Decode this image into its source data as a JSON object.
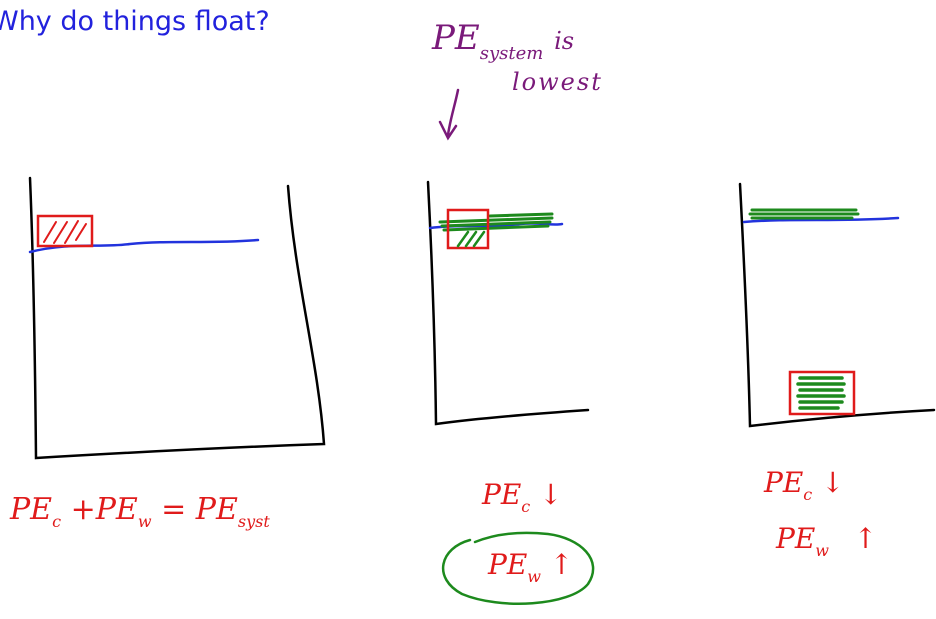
{
  "title": "Why do things float?",
  "annotations": {
    "pe_system": "PE",
    "pe_system_sub": "system",
    "pe_system_tail": "is",
    "lowest": "lowest"
  },
  "labels": {
    "left_eq": "PE",
    "left_eq_sub_c": "c",
    "left_eq_plus": "+PE",
    "left_eq_sub_w": "w",
    "left_eq_equals": "= PE",
    "left_eq_sub_syst": "syst",
    "middle_pec": "PE",
    "middle_pec_sub": "c",
    "middle_pec_arrow": "↓",
    "middle_pew": "PE",
    "middle_pew_sub": "w",
    "middle_pew_arrow": "↑",
    "right_pec": "PE",
    "right_pec_sub": "c",
    "right_pec_arrow": "↓",
    "right_pew": "PE",
    "right_pew_sub": "w",
    "right_pew_arrow": "↑"
  },
  "colors": {
    "title": "#2222dd",
    "annotation": "#7a1a7a",
    "container": "#000000",
    "water": "#2233dd",
    "cube_outline": "#e01b1b",
    "submerged": "#1d8a1d",
    "label": "#e01b1b",
    "circle": "#1d8a1d"
  }
}
